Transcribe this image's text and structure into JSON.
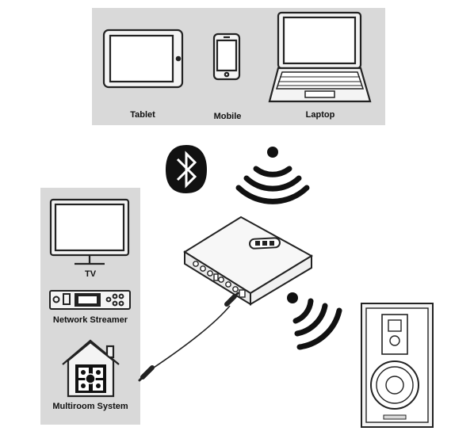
{
  "devices_top": {
    "tablet": "Tablet",
    "mobile": "Mobile",
    "laptop": "Laptop"
  },
  "devices_left": {
    "tv": "TV",
    "streamer": "Network Streamer",
    "multiroom": "Multiroom System"
  },
  "icons": [
    "bluetooth-icon",
    "wifi-icon",
    "tablet-icon",
    "mobile-icon",
    "laptop-icon",
    "tv-icon",
    "streamer-icon",
    "house-icon",
    "speaker-icon",
    "hub-box-icon",
    "cable-icon"
  ],
  "colors": {
    "panel": "#d9d9d9",
    "stroke": "#222222",
    "black": "#111111"
  }
}
